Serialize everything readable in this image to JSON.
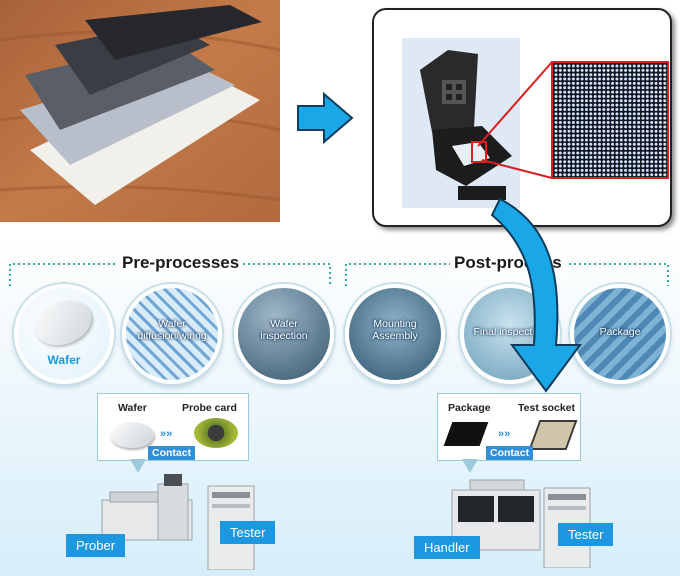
{
  "colors": {
    "accent": "#1d97e0",
    "arrow": "#1aa7e8",
    "dotted": "#3aa6a6",
    "magnify": "#d92020"
  },
  "sections": {
    "pre": "Pre-processes",
    "post": "Post-process"
  },
  "circles": [
    {
      "label": "Wafer"
    },
    {
      "label": "Wafer\ndiffusion/wiring"
    },
    {
      "label": "Wafer\ninspection"
    },
    {
      "label": "Mounting\nAssembly"
    },
    {
      "label": "Final inspection"
    },
    {
      "label": "Package"
    }
  ],
  "left_flow": {
    "item1": "Wafer",
    "item2": "Probe card",
    "contact": "Contact"
  },
  "right_flow": {
    "item1": "Package",
    "item2": "Test socket",
    "contact": "Contact"
  },
  "machines": {
    "prober": "Prober",
    "tester_left": "Tester",
    "handler": "Handler",
    "tester_right": "Tester"
  },
  "icons": [
    "right-arrow-icon",
    "curved-arrow-icon",
    "chevron-arrows-icon"
  ]
}
